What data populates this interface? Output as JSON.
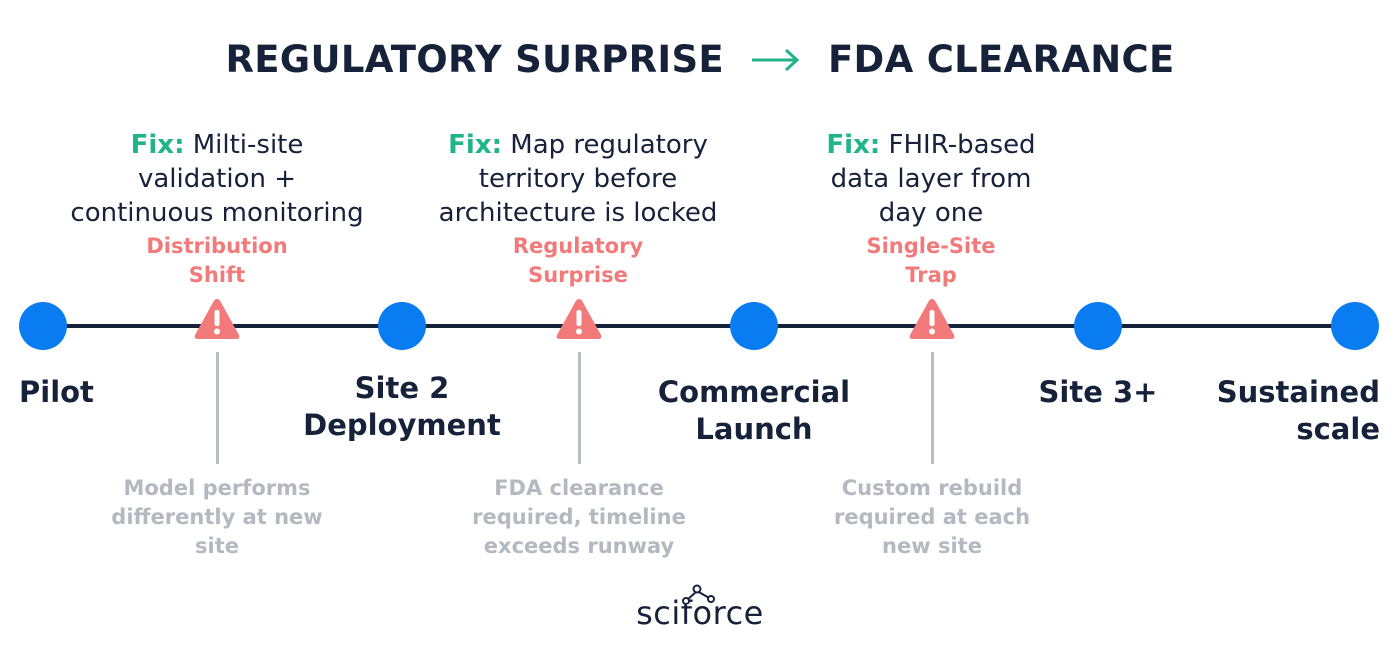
{
  "title": {
    "left": "REGULATORY SURPRISE",
    "right": "FDA CLEARANCE",
    "arrow_icon": "arrow-right-icon"
  },
  "colors": {
    "navy": "#16213a",
    "node_blue": "#0a7cf2",
    "fix_green": "#1fb48a",
    "problem_red": "#f27a7a",
    "detail_gray": "#b3b8c1"
  },
  "stages": [
    {
      "label_1": "Pilot",
      "label_2": ""
    },
    {
      "label_1": "Site 2",
      "label_2": "Deployment"
    },
    {
      "label_1": "Commercial",
      "label_2": "Launch"
    },
    {
      "label_1": "Site 3+",
      "label_2": ""
    },
    {
      "label_1": "Sustained",
      "label_2": "scale"
    }
  ],
  "risks": [
    {
      "fix_label": "Fix:",
      "fix_line_1": "Milti-site",
      "fix_line_2": "validation +",
      "fix_line_3": "continuous monitoring",
      "problem_line_1": "Distribution",
      "problem_line_2": "Shift",
      "detail_line_1": "Model performs",
      "detail_line_2": "differently at new",
      "detail_line_3": "site",
      "icon": "warning-icon"
    },
    {
      "fix_label": "Fix:",
      "fix_line_1": "Map regulatory",
      "fix_line_2": "territory before",
      "fix_line_3": "architecture is locked",
      "problem_line_1": "Regulatory",
      "problem_line_2": "Surprise",
      "detail_line_1": "FDA clearance",
      "detail_line_2": "required, timeline",
      "detail_line_3": "exceeds runway",
      "icon": "warning-icon"
    },
    {
      "fix_label": "Fix:",
      "fix_line_1": "FHIR-based",
      "fix_line_2": "data layer from",
      "fix_line_3": "day one",
      "problem_line_1": "Single-Site",
      "problem_line_2": "Trap",
      "detail_line_1": "Custom rebuild",
      "detail_line_2": "required at each",
      "detail_line_3": "new site",
      "icon": "warning-icon"
    }
  ],
  "logo": {
    "text": "sciforce"
  }
}
